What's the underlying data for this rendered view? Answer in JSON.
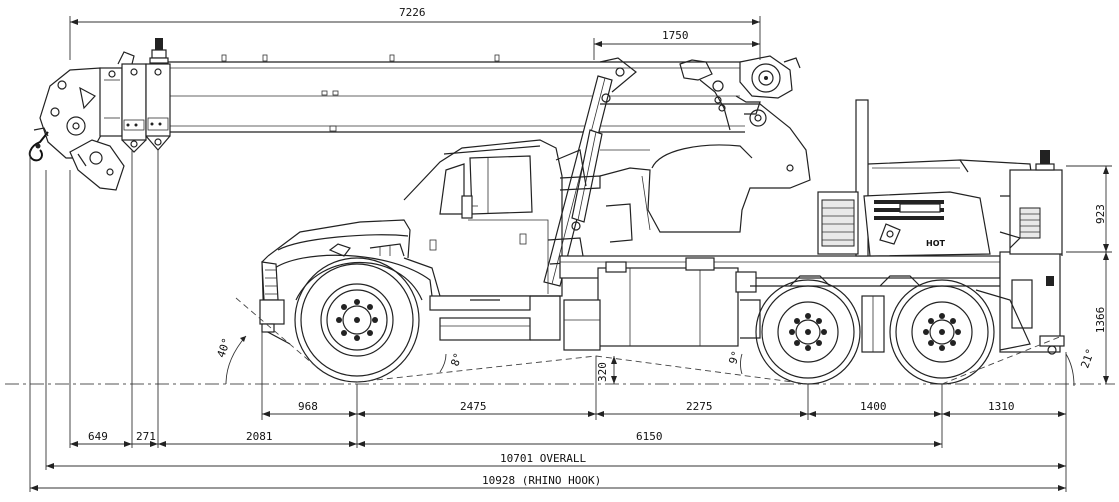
{
  "dimensions": {
    "boom_length": "7226",
    "tip_to_pivot": "1750",
    "height_upper": "923",
    "height_frame": "1366",
    "front_overhang": "968",
    "front_axle_to_mid": "2475",
    "mid_to_rear_axle": "2275",
    "tandem_spacing": "1400",
    "rear_overhang": "1310",
    "boom_sheave_1": "649",
    "boom_sheave_2": "271",
    "boom_to_front_axle": "2081",
    "wheelbase": "6150",
    "overall": "10701 OVERALL",
    "overall_hook": "10928 (RHINO HOOK)",
    "ground_clearance": "320"
  },
  "angles": {
    "approach": "40°",
    "breakover_front": "8°",
    "breakover_rear": "9°",
    "departure": "21°"
  },
  "labels": {
    "hot_label": "HOT"
  },
  "icons": {
    "beacon": "beacon-light-icon",
    "hook": "crane-hook-icon"
  }
}
